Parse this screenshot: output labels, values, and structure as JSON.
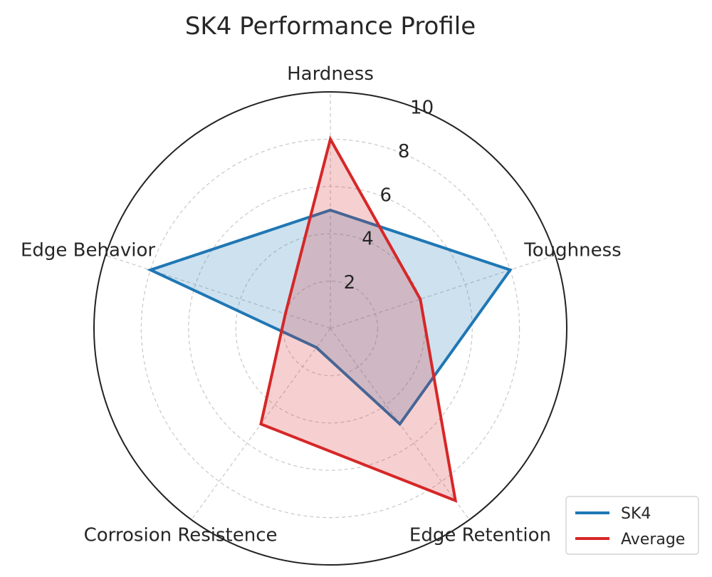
{
  "chart_data": {
    "type": "radar",
    "title": "SK4 Performance Profile",
    "categories": [
      "Hardness",
      "Toughness",
      "Edge Retention",
      "Corrosion Resistence",
      "Edge Behavior"
    ],
    "rlim": [
      0,
      10
    ],
    "rticks": [
      2,
      4,
      6,
      8,
      10
    ],
    "grid": true,
    "legend_position": "bottom-right",
    "series": [
      {
        "name": "SK4",
        "values": [
          5,
          8,
          5,
          1,
          8
        ],
        "color": "#1f77b4"
      },
      {
        "name": "Average",
        "values": [
          8,
          4,
          9,
          5,
          2
        ],
        "color": "#d62728"
      }
    ]
  }
}
